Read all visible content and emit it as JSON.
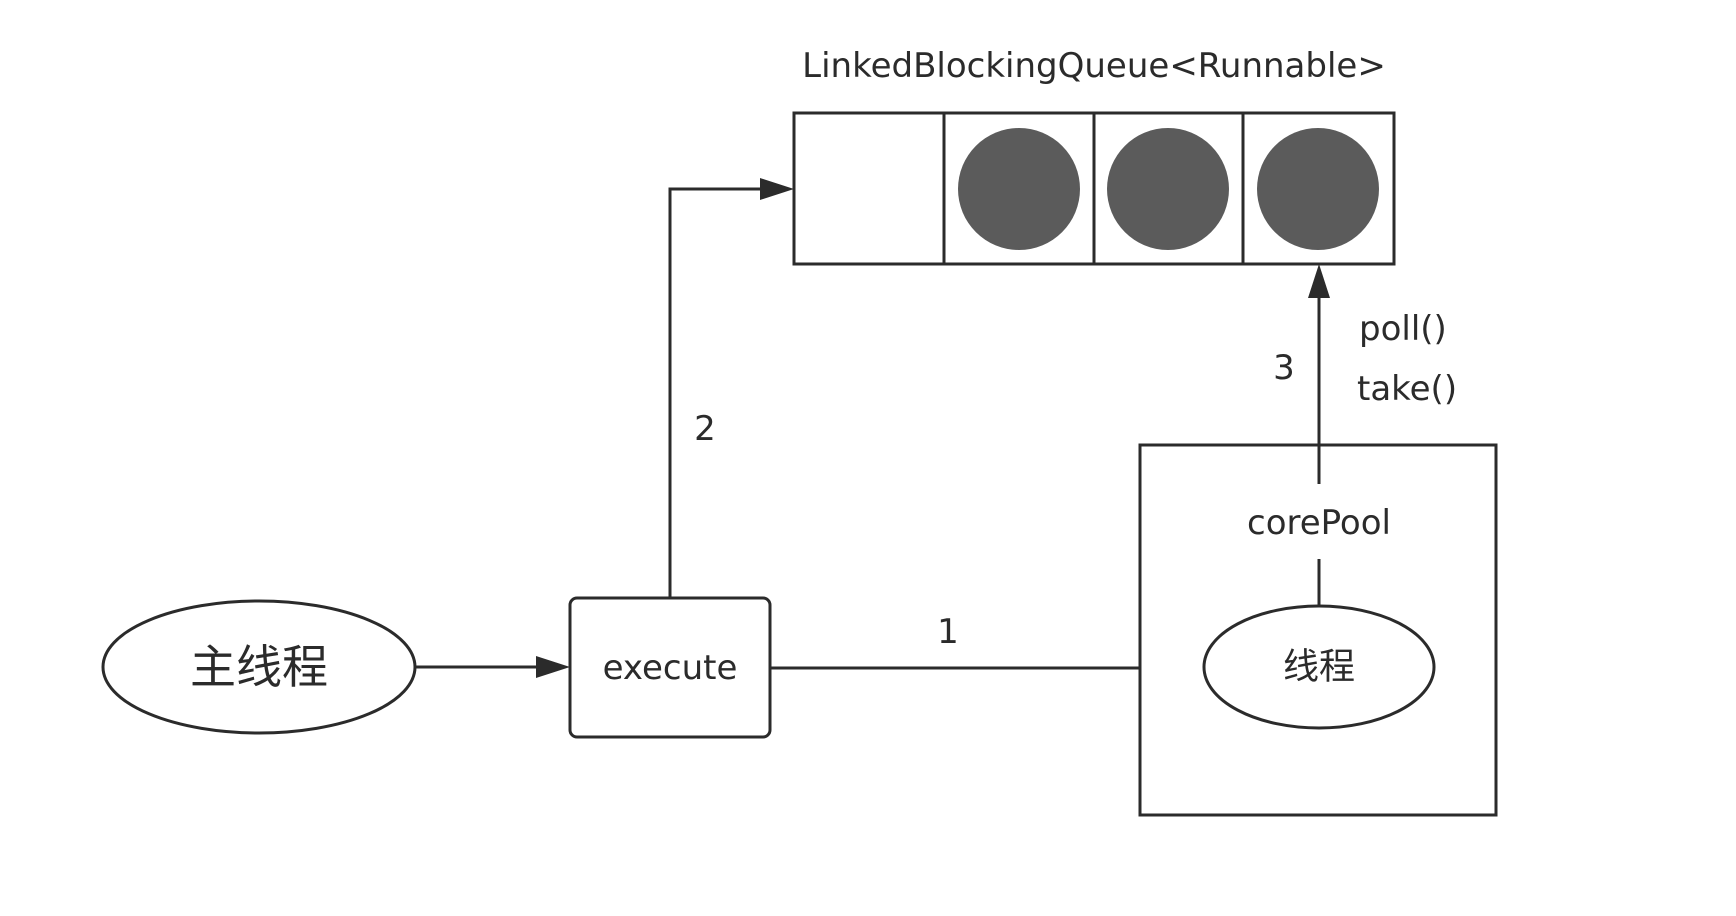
{
  "queue": {
    "label": "LinkedBlockingQueue<Runnable>",
    "slots": [
      {
        "filled": false
      },
      {
        "filled": true
      },
      {
        "filled": true
      },
      {
        "filled": true
      }
    ]
  },
  "nodes": {
    "main_thread": "主线程",
    "execute": "execute",
    "core_pool": "corePool",
    "worker_thread": "线程"
  },
  "edges": {
    "step1": "1",
    "step2": "2",
    "step3": "3",
    "poll": "poll()",
    "take": "take()"
  },
  "colors": {
    "line": "#2b2b2b",
    "task_fill": "#5b5b5b",
    "background": "#ffffff"
  }
}
